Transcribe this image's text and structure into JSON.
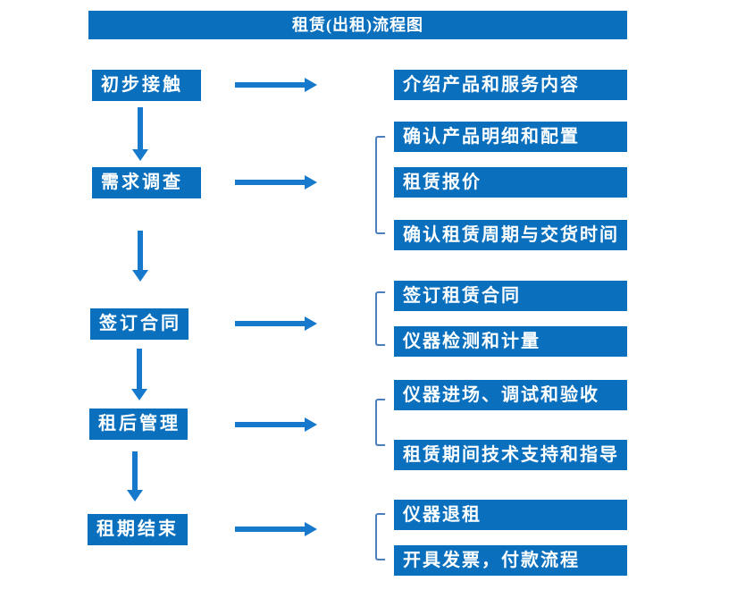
{
  "title": "租赁(出租)流程图",
  "colors": {
    "primary": "#0A70BE",
    "arrow": "#1779CC",
    "bracket": "#4C7FBE",
    "text": "#FFFFFF",
    "background": "#FFFFFF"
  },
  "flow": {
    "steps": [
      {
        "label": "初步接触",
        "outputs": [
          "介绍产品和服务内容"
        ]
      },
      {
        "label": "需求调查",
        "outputs": [
          "确认产品明细和配置",
          "租赁报价",
          "确认租赁周期与交货时间"
        ]
      },
      {
        "label": "签订合同",
        "outputs": [
          "签订租赁合同",
          "仪器检测和计量"
        ]
      },
      {
        "label": "租后管理",
        "outputs": [
          "仪器进场、调试和验收",
          "租赁期间技术支持和指导"
        ]
      },
      {
        "label": "租期结束",
        "outputs": [
          "仪器退租",
          "开具发票，付款流程"
        ]
      }
    ]
  }
}
